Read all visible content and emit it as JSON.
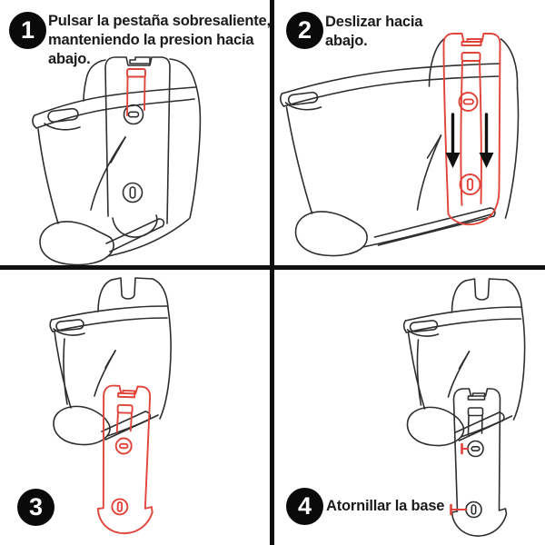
{
  "colors": {
    "background": "#ffffff",
    "line": "#2e2e2e",
    "accent_red": "#e0443a",
    "tab_fill_gray": "#8d8d8d",
    "badge_bg": "#0a0a0a",
    "badge_text": "#ffffff",
    "text": "#1b1b1b",
    "divider": "#101010",
    "arrow": "#111111"
  },
  "steps": [
    {
      "number": "1",
      "lines": [
        "Pulsar la pestaña sobresaliente,",
        "manteniendo la presion hacia",
        "abajo."
      ],
      "illustration": "device-rear-tab-highlighted-red"
    },
    {
      "number": "2",
      "lines": [
        "Deslizar hacia",
        "abajo."
      ],
      "illustration": "back-plate-red-with-down-arrows"
    },
    {
      "number": "3",
      "lines": [],
      "illustration": "red-back-plate-detached-sliding-out"
    },
    {
      "number": "4",
      "lines": [
        "Atornillar la base"
      ],
      "illustration": "base-plate-with-red-screws"
    }
  ]
}
